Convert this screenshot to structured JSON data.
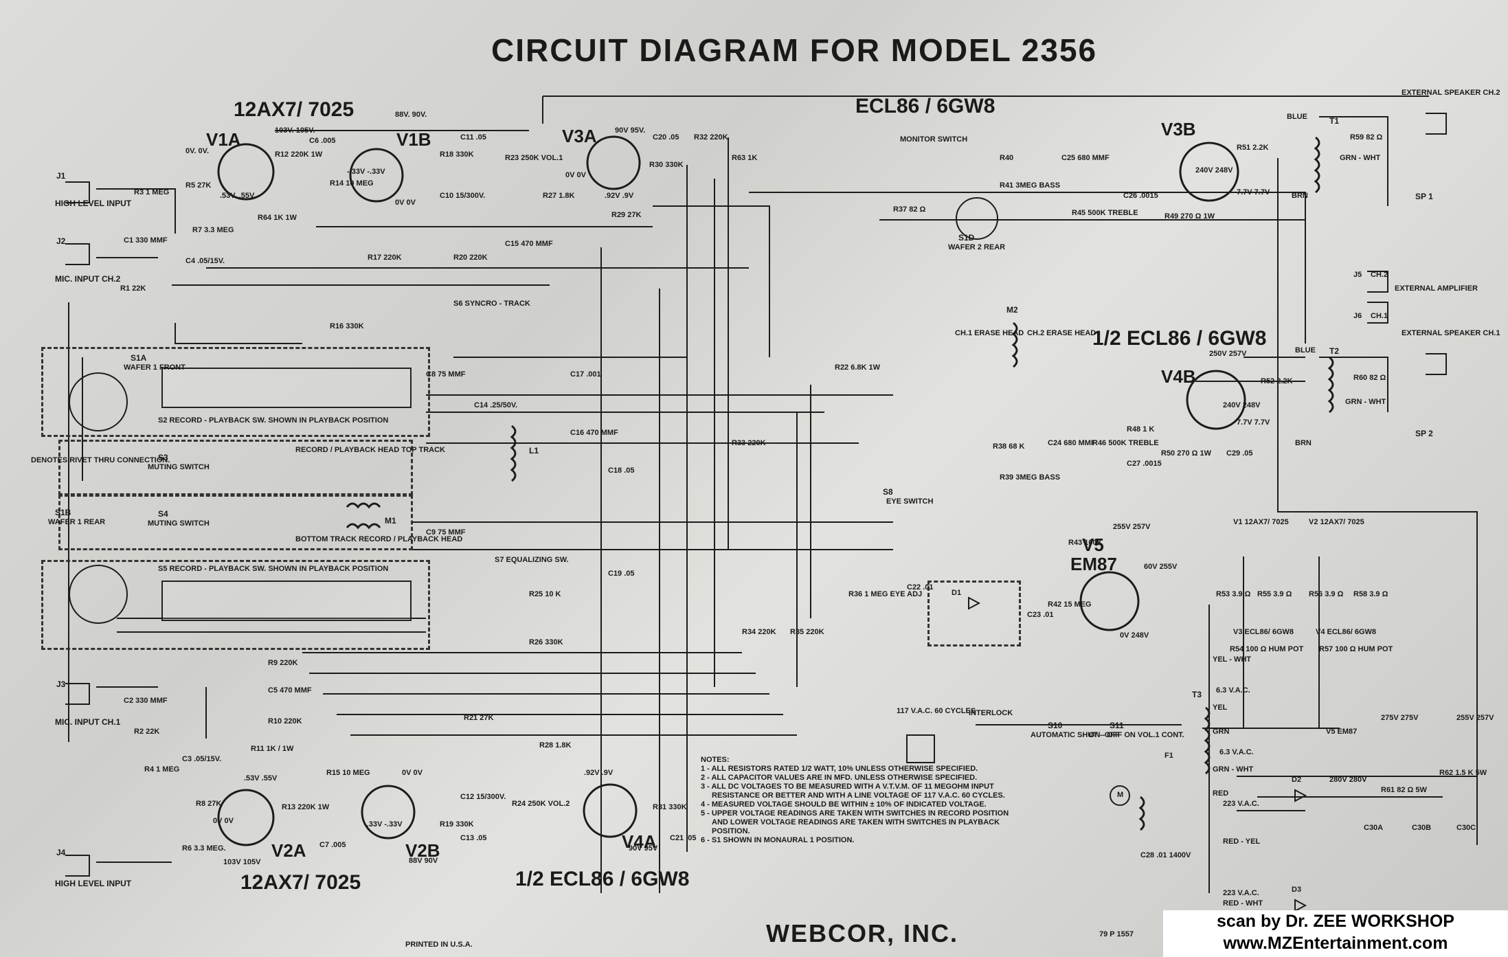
{
  "title": "CIRCUIT DIAGRAM FOR MODEL 2356",
  "brand": "WEBCOR, INC.",
  "printed": "PRINTED IN U.S.A.",
  "part_no": "79 P 1557",
  "credit": {
    "line1": "scan by Dr. ZEE WORKSHOP",
    "line2": "www.MZEntertainment.com"
  },
  "tubes": {
    "v1": {
      "type": "12AX7/ 7025",
      "a": "V1A",
      "b": "V1B"
    },
    "v2": {
      "type": "12AX7/ 7025",
      "a": "V2A",
      "b": "V2B"
    },
    "v3": {
      "type": "ECL86 / 6GW8",
      "a": "V3A",
      "b": "V3B"
    },
    "v4": {
      "type": "1/2 ECL86 / 6GW8",
      "a": "V4A",
      "b": "V4B"
    },
    "v5": {
      "name": "V5",
      "type": "EM87"
    }
  },
  "inputs": {
    "j1": "J1",
    "high_level_input_1": "HIGH LEVEL INPUT",
    "j2": "J2",
    "mic_input_ch2": "MIC. INPUT CH.2",
    "j3": "J3",
    "mic_input_ch1": "MIC. INPUT CH.1",
    "j4": "J4",
    "high_level_input_2": "HIGH LEVEL INPUT"
  },
  "outputs": {
    "ext_speaker_ch2": "EXTERNAL SPEAKER CH.2",
    "ext_amp": "EXTERNAL AMPLIFIER",
    "j5": "J5",
    "j5_ch": "CH.2",
    "j6": "J6",
    "j6_ch": "CH.1",
    "ext_speaker_ch1": "EXTERNAL SPEAKER CH.1",
    "sp1": "SP 1",
    "sp2": "SP 2",
    "t1": "T1",
    "t2": "T2",
    "t3": "T3"
  },
  "switches": {
    "s1a": "S1A",
    "s1a_sub": "WAFER 1 FRONT",
    "s1b": "S1B",
    "s1b_sub": "WAFER 1 REAR",
    "s1d": "S1D",
    "s1d_sub": "WAFER 2 REAR",
    "s2": "S2 RECORD - PLAYBACK SW. SHOWN IN PLAYBACK POSITION",
    "s3": "S3",
    "s3_sub": "MUTING SWITCH",
    "s4": "S4",
    "s4_sub": "MUTING SWITCH",
    "s5": "S5 RECORD - PLAYBACK SW. SHOWN IN PLAYBACK POSITION",
    "s6": "S6 SYNCRO - TRACK",
    "s7": "S7 EQUALIZING SW.",
    "s8": "S8",
    "s8_sub": "EYE SWITCH",
    "s10": "S10",
    "s10_sub": "AUTOMATIC SHUT - OFF",
    "s11": "S11",
    "s11_sub": "ON - OFF ON VOL.1 CONT.",
    "interlock": "INTERLOCK",
    "ac": "117 V.A.C. 60 CYCLES",
    "monitor": "MONITOR SWITCH"
  },
  "heads": {
    "top": "RECORD / PLAYBACK HEAD TOP TRACK",
    "m1": "M1",
    "bottom": "BOTTOM TRACK RECORD / PLAYBACK HEAD",
    "erase1": "CH.1 ERASE HEAD",
    "erase2": "CH.2 ERASE HEAD",
    "m2": "M2"
  },
  "legend": "DENOTES RIVET THRU CONNECTION.",
  "components": {
    "r3": "R3 1 MEG",
    "r1": "R1 22K",
    "c1": "C1 330 MMF",
    "c4": "C4 .05/15V.",
    "r5": "R5 27K",
    "r7": "R7 3.3 MEG",
    "r12": "R12 220K 1W",
    "c6": "C6 .005",
    "r14": "R14 10 MEG",
    "r64": "R64 1K 1W",
    "r18": "R18 330K",
    "c11": "C11 .05",
    "c10": "C10 15/300V.",
    "r23": "R23 250K VOL.1",
    "c15": "C15 470 MMF",
    "r17": "R17 220K",
    "r20": "R20 220K",
    "r16": "R16 330K",
    "c20": "C20 .05",
    "r30": "R30 330K",
    "r27": "R27 1.8K",
    "r29": "R29 27K",
    "r32": "R32 220K",
    "r63": "R63 1K",
    "r40": "R40",
    "c25": "C25 680 MMF",
    "r41": "R41 3MEG BASS",
    "r45": "R45 500K TREBLE",
    "c26": "C26 .0015",
    "r49": "R49 270 Ω 1W",
    "r51": "R51 2.2K",
    "r59": "R59 82 Ω",
    "r37": "R37 82 Ω",
    "c8": "C8 75 MMF",
    "c17": "C17 .001",
    "c14": "C14 .25/50V.",
    "l1": "L1",
    "c16": "C16 470 MMF",
    "c18": "C18 .05",
    "r22": "R22 6.8K 1W",
    "r33": "R33 220K",
    "r52": "R52 2.2K",
    "r60": "R60 82 Ω",
    "r38": "R38 68 K",
    "c24": "C24 680 MMF",
    "r39": "R39 3MEG BASS",
    "r46": "R46 500K TREBLE",
    "r48": "R48 1 K",
    "c27": "C27 .0015",
    "r50": "R50 270 Ω 1W",
    "c29": "C29 .05",
    "c9": "C9 75 MMF",
    "c19": "C19 .05",
    "r25": "R25 10 K",
    "r43": "R43 100K",
    "r36": "R36 1 MEG EYE ADJ",
    "c22": "C22 .01",
    "d1": "D1",
    "c23": "C23 .01",
    "r42": "R42 15 MEG",
    "r26": "R26 330K",
    "r34": "R34 220K",
    "r35": "R35 220K",
    "r9": "R9 220K",
    "c5": "C5 470 MMF",
    "r10": "R10 220K",
    "c2": "C2 330 MMF",
    "r2": "R2 22K",
    "r4": "R4 1 MEG",
    "c3": "C3 .05/15V.",
    "r8": "R8 27K",
    "r6": "R6 3.3 MEG.",
    "r11": "R11 1K / 1W",
    "r13": "R13 220K 1W",
    "c7": "C7 .005",
    "r15": "R15 10 MEG",
    "r21": "R21 27K",
    "c12": "C12 15/300V.",
    "r19": "R19 330K",
    "c13": "C13 .05",
    "r28": "R28 1.8K",
    "r24": "R24 250K VOL.2",
    "r31": "R31 330K",
    "c21": "C21 .05",
    "r53": "R53 3.9 Ω",
    "r55": "R55 3.9 Ω",
    "r54": "R54 100 Ω HUM POT",
    "r56": "R56 3.9 Ω",
    "r58": "R58 3.9 Ω",
    "r57": "R57 100 Ω HUM POT",
    "c28": "C28 .01 1400V",
    "f1": "F1",
    "m": "M",
    "d2": "D2",
    "d3": "D3",
    "r61": "R61 82 Ω 5W",
    "r62": "R62 1.5 K 5W",
    "c30a": "C30A",
    "c30b": "C30B",
    "c30c": "C30C"
  },
  "heater": {
    "v1": "V1 12AX7/ 7025",
    "v2": "V2 12AX7/ 7025",
    "v3": "V3 ECL86/ 6GW8",
    "v4": "V4 ECL86/ 6GW8",
    "v5": "V5 EM87",
    "vac1": "6.3 V.A.C.",
    "vac2": "6.3 V.A.C.",
    "vac3": "223 V.A.C.",
    "vac4": "223 V.A.C."
  },
  "voltages": {
    "v1a_p": "103V. 105V.",
    "v1a_g": "0V. 0V.",
    "v1a_k": ".53V. .55V.",
    "v1b_p": "88V. 90V.",
    "v1b_g": "-.33V -.33V",
    "v1b_k": "0V 0V",
    "v3a_p": "90V 95V.",
    "v3a_g": "0V 0V",
    "v3a_k": ".92V .9V",
    "v3b_p": "240V 248V",
    "v3b_k": "7.7V 7.7V",
    "v4b_p": "240V 248V",
    "v4b_k": "7.7V 7.7V",
    "v4b_s": "250V 257V",
    "v5_p": "255V 257V",
    "v5_t": "60V 255V",
    "v5_k": "0V 248V",
    "v2a_p": "103V 105V",
    "v2a_k": ".53V .55V",
    "v2a_g": "0V 0V",
    "v2b_p": "88V 90V",
    "v2b_g": "-.33V -.33V",
    "v2b_k": "0V 0V",
    "v4a_p": "90V 95V",
    "v4a_k": ".92V .9V",
    "b1": "275V 275V",
    "b2": "255V 257V",
    "b3": "280V 280V"
  },
  "colors": {
    "blue1": "BLUE",
    "grn_wht1": "GRN - WHT",
    "brn1": "BRN",
    "blue2": "BLUE",
    "grn_wht2": "GRN - WHT",
    "brn2": "BRN",
    "yel_wht": "YEL - WHT",
    "yel": "YEL",
    "grn": "GRN",
    "grn_wht3": "GRN - WHT",
    "red": "RED",
    "red_yel": "RED - YEL",
    "red_wht": "RED - WHT"
  },
  "notes": {
    "head": "NOTES:",
    "n1": "1 - ALL RESISTORS RATED 1/2 WATT, 10% UNLESS OTHERWISE SPECIFIED.",
    "n2": "2 - ALL CAPACITOR VALUES ARE IN MFD. UNLESS OTHERWISE SPECIFIED.",
    "n3a": "3 - ALL DC VOLTAGES TO BE MEASURED WITH A V.T.V.M. OF 11 MEGOHM INPUT",
    "n3b": "RESISTANCE OR BETTER AND WITH A LINE VOLTAGE OF 117 V.A.C. 60 CYCLES.",
    "n4": "4 - MEASURED VOLTAGE SHOULD BE WITHIN ± 10% OF INDICATED VOLTAGE.",
    "n5a": "5 - UPPER VOLTAGE READINGS ARE TAKEN WITH SWITCHES IN RECORD POSITION",
    "n5b": "AND LOWER VOLTAGE READINGS ARE TAKEN WITH SWITCHES IN PLAYBACK",
    "n5c": "POSITION.",
    "n6": "6 - S1 SHOWN IN MONAURAL 1 POSITION."
  }
}
